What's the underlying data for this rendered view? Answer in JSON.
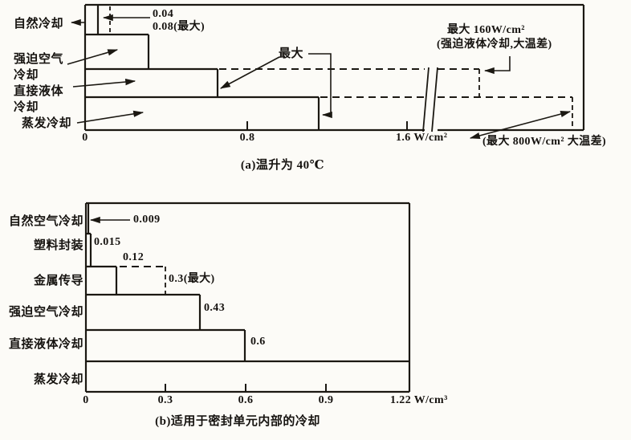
{
  "colors": {
    "paper": "#fcfbf7",
    "ink": "#1b1812"
  },
  "chart_data": [
    {
      "type": "bar",
      "orientation": "horizontal",
      "title": "(a)温升为 40℃",
      "x_unit": "W/cm²",
      "x_ticks": [
        0,
        0.8,
        1.6
      ],
      "x_tick_labels": [
        "0",
        "0.8",
        "1.6 W/cm²"
      ],
      "axis_break": "axis broken after 1.6; dashed extensions show off-scale maxima",
      "categories": [
        "自然冷却",
        "强迫空气冷却",
        "直接液体冷却",
        "蒸发冷却"
      ],
      "values": [
        0.04,
        0.31,
        0.65,
        1.15
      ],
      "max_values": [
        0.08,
        null,
        160,
        800
      ],
      "value_labels": {
        "natural_typ": "0.04",
        "natural_max": "0.08(最大)",
        "max_marker": "最大",
        "forced_liquid_max_1": "最大 160W/cm²",
        "forced_liquid_max_2": "(强迫液体冷却,大温差)",
        "evap_max": "(最大 800W/cm² 大温差)"
      }
    },
    {
      "type": "bar",
      "orientation": "horizontal",
      "title": "(b)适用于密封单元内部的冷却",
      "x_unit": "W/cm³",
      "x_ticks": [
        0,
        0.3,
        0.6,
        0.9,
        1.22
      ],
      "x_tick_labels": [
        "0",
        "0.3",
        "0.6",
        "0.9",
        "1.22 W/cm³"
      ],
      "categories": [
        "自然空气冷却",
        "塑料封装",
        "金属传导",
        "强迫空气冷却",
        "直接液体冷却",
        "蒸发冷却"
      ],
      "values": [
        0.009,
        0.015,
        0.12,
        0.43,
        0.6,
        1.22
      ],
      "max_values": [
        null,
        null,
        0.3,
        null,
        null,
        null
      ],
      "value_labels": [
        "0.009",
        "0.015",
        "0.12",
        "0.3(最大)",
        "0.43",
        "0.6"
      ]
    }
  ]
}
